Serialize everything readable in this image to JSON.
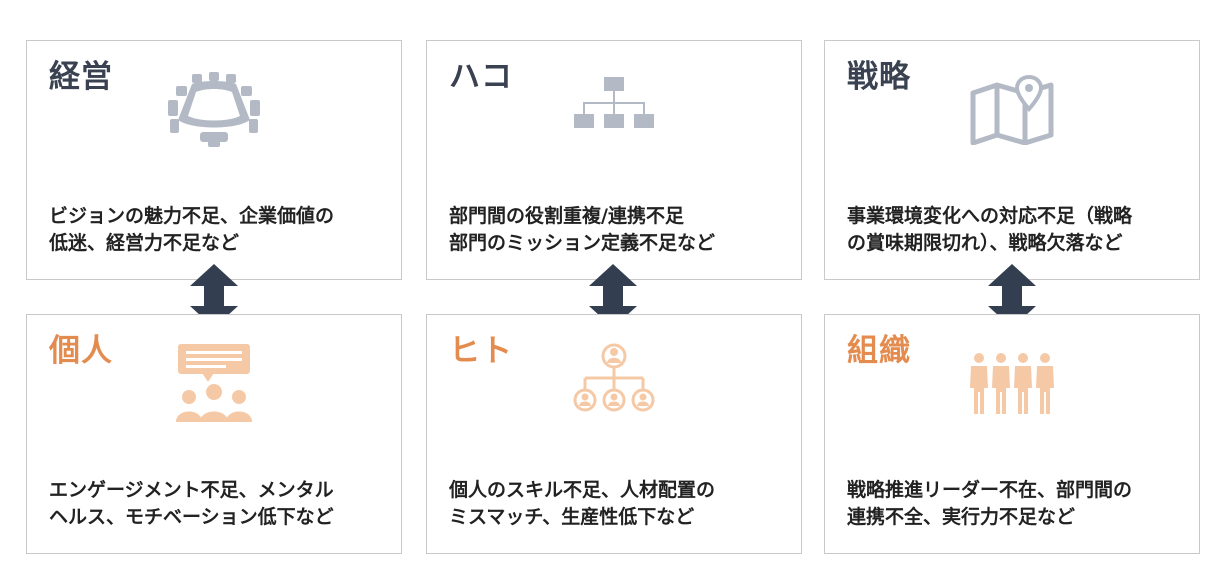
{
  "cards": [
    {
      "title": "経営",
      "icon": "meeting-table-icon",
      "desc_lines": [
        "ビジョンの魅力不足、企業価値の",
        "低迷、経営力不足など"
      ]
    },
    {
      "title": "ハコ",
      "icon": "org-chart-icon",
      "desc_lines": [
        "部門間の役割重複/連携不足",
        "部門のミッション定義不足など"
      ]
    },
    {
      "title": "戦略",
      "icon": "map-pin-icon",
      "desc_lines": [
        "事業環境変化への対応不足（戦略",
        "の賞味期限切れ）、戦略欠落など"
      ]
    },
    {
      "title": "個人",
      "icon": "group-chat-icon",
      "desc_lines": [
        "エンゲージメント不足、メンタル",
        "ヘルス、モチベーション低下など"
      ]
    },
    {
      "title": "ヒト",
      "icon": "people-hierarchy-icon",
      "desc_lines": [
        "個人のスキル不足、人材配置の",
        "ミスマッチ、生産性低下など"
      ]
    },
    {
      "title": "組織",
      "icon": "team-people-icon",
      "desc_lines": [
        "戦略推進リーダー不在、部門間の",
        "連携不全、実行力不足など"
      ]
    }
  ],
  "colors": {
    "top_title": "#3a4251",
    "bottom_title": "#e48c4f",
    "top_icon": "#b3bac6",
    "bottom_icon": "#f6c9a6",
    "arrow": "#333f50",
    "border": "#c9c9c9"
  }
}
